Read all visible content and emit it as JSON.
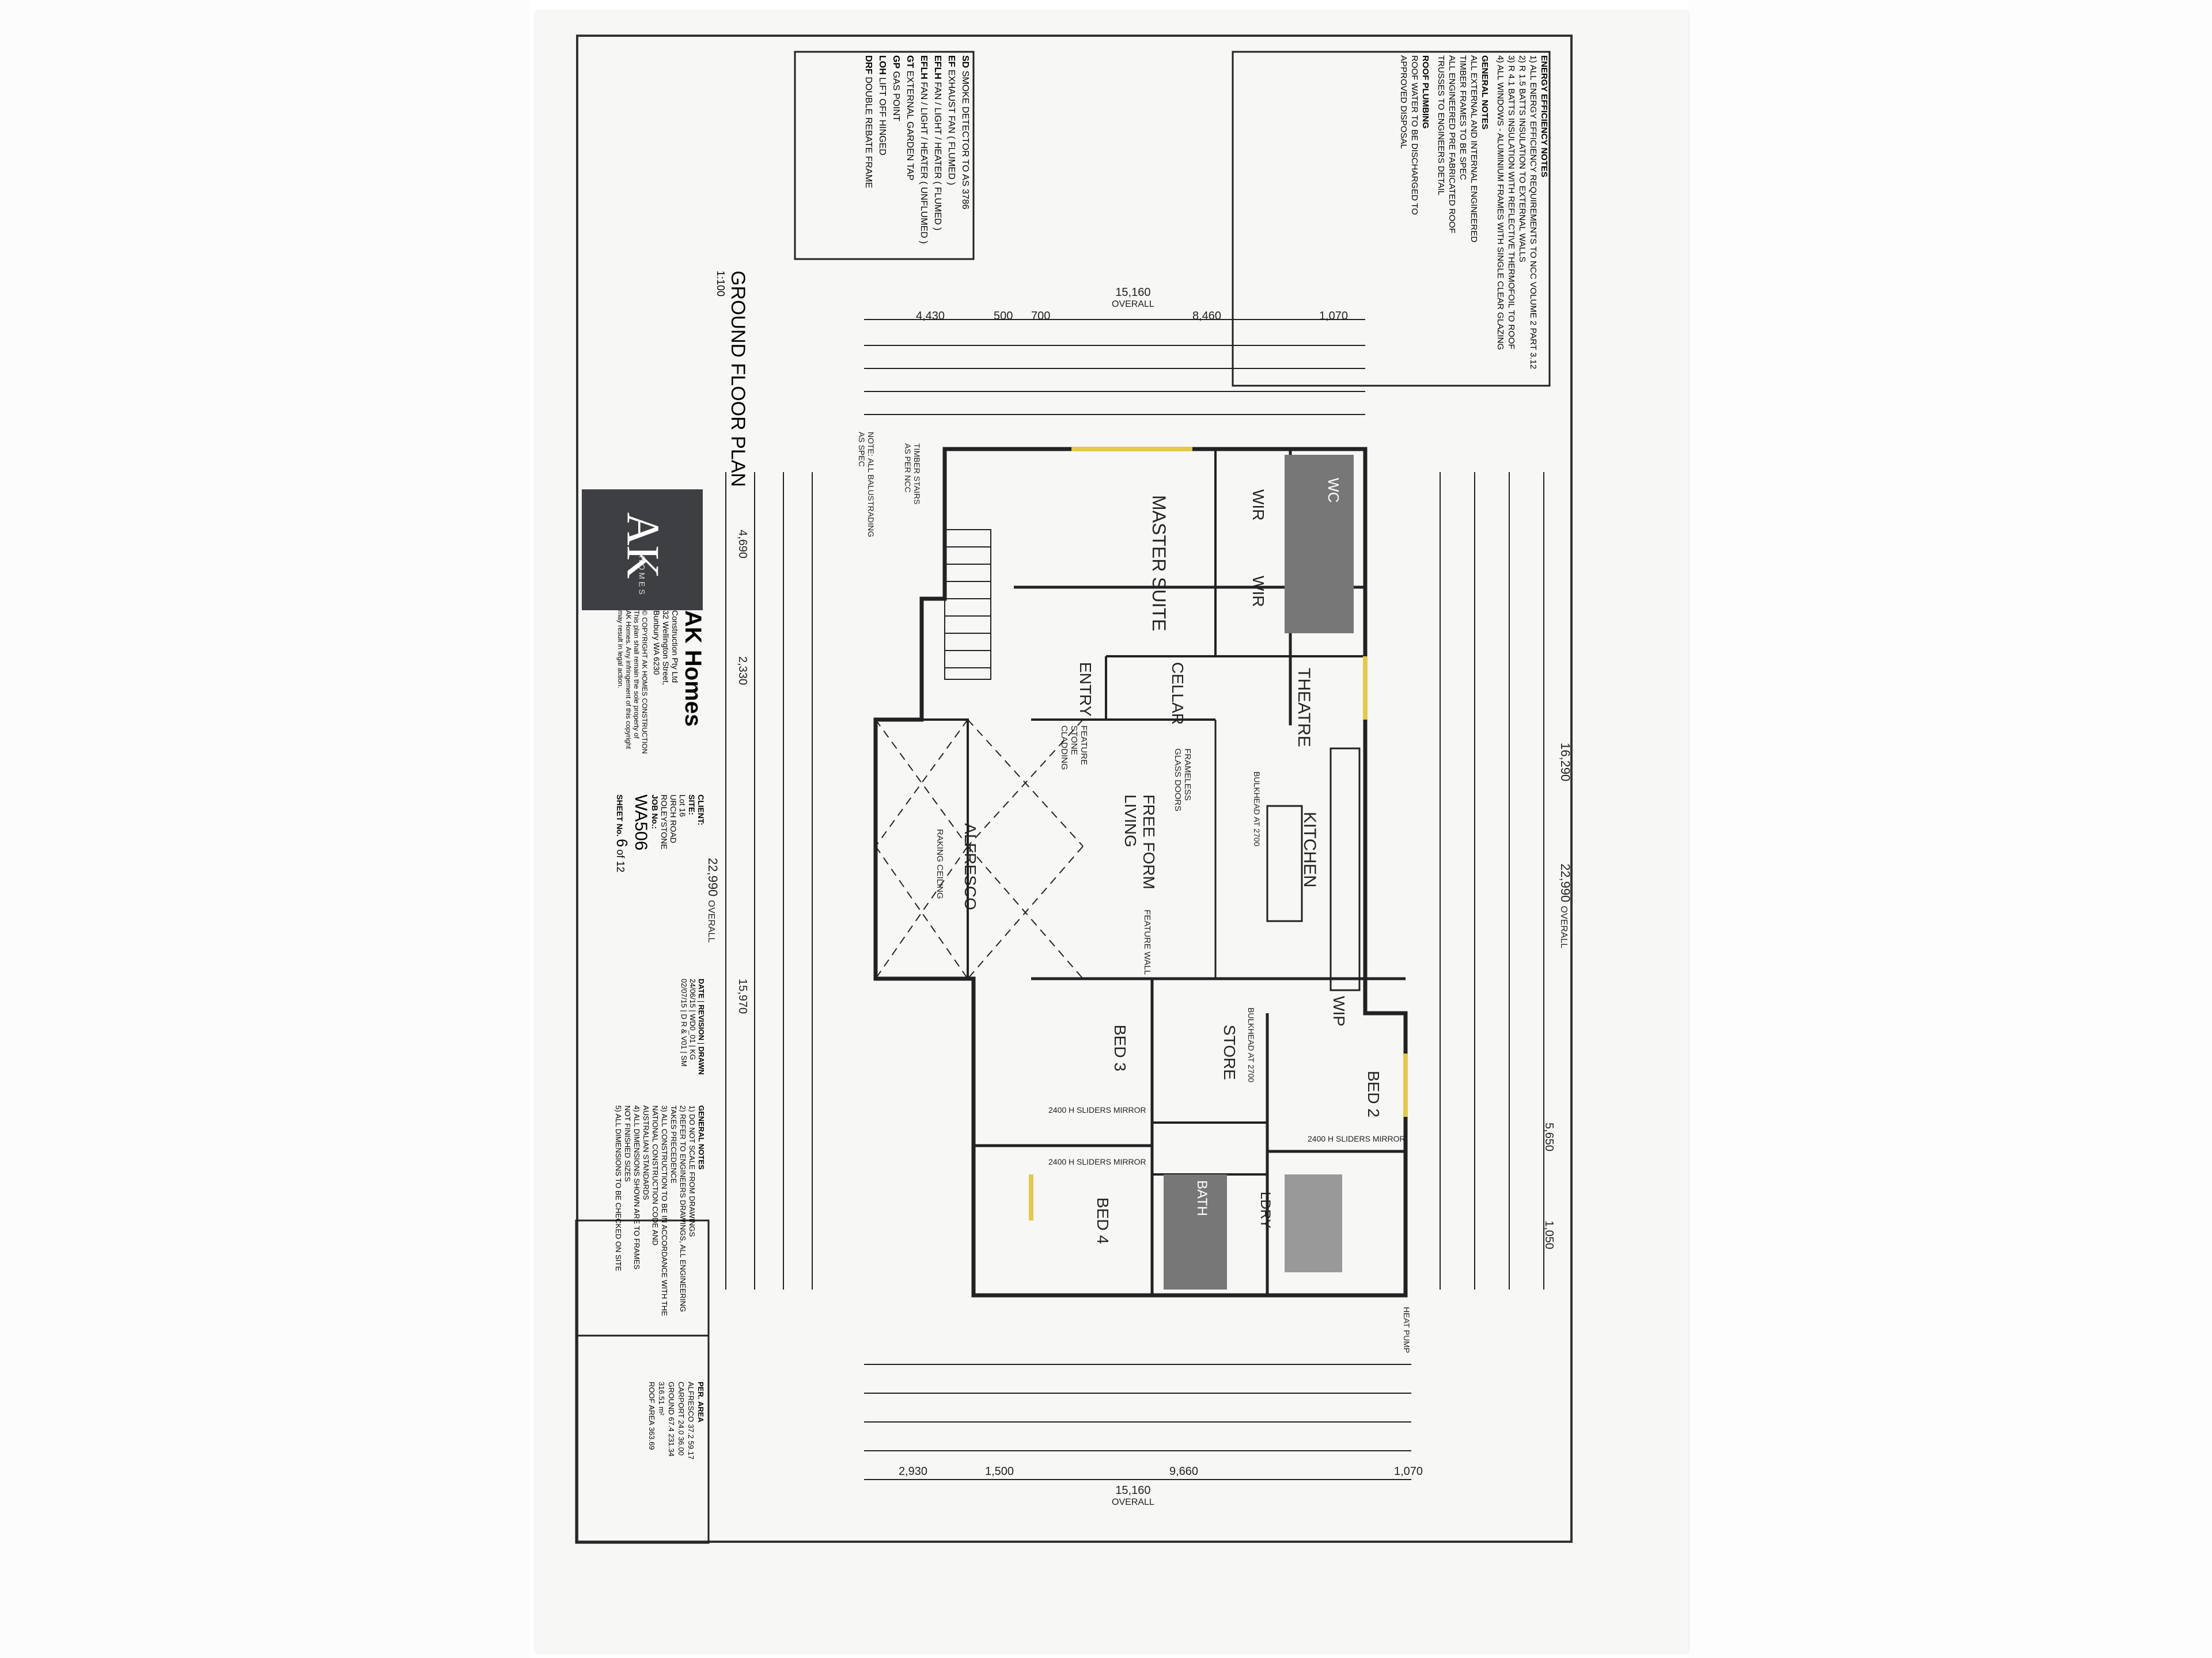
{
  "drawing": {
    "title": "GROUND FLOOR PLAN",
    "scale": "1:100",
    "rooms": [
      {
        "name": "MASTER SUITE"
      },
      {
        "name": "WIR"
      },
      {
        "name": "WIR"
      },
      {
        "name": "WC"
      },
      {
        "name": "THEATRE"
      },
      {
        "name": "CELLAR"
      },
      {
        "name": "ENTRY"
      },
      {
        "name": "KITCHEN"
      },
      {
        "name": "FREE FORM LIVING"
      },
      {
        "name": "ALFRESCO"
      },
      {
        "name": "WIP"
      },
      {
        "name": "STORE"
      },
      {
        "name": "BED 3"
      },
      {
        "name": "BED 2"
      },
      {
        "name": "BED 4"
      },
      {
        "name": "BATH"
      },
      {
        "name": "LDRY"
      }
    ],
    "notes": [
      "RAKING CEILING",
      "FEATURE STONE CLADDING",
      "FEATURE WALL",
      "FRAMELESS GLASS DOORS",
      "2400 H SLIDERS MIRROR",
      "2400 H SLIDERS MIRROR",
      "2400 H SLIDERS MIRROR",
      "HEAT PUMP",
      "BULKHEAD AT 2700",
      "BULKHEAD AT 2700",
      "TIMBER STAIRS AS PER NCC",
      "NOTE: ALL BALUSTRADING AS SPEC"
    ],
    "overall_dims": {
      "top_overall": "15,160",
      "top_overall_label": "OVERALL",
      "top_segments": [
        "4,430",
        "500",
        "700",
        "8,460",
        "1,070"
      ],
      "right_overall": "16,290",
      "right_overall_2": "22,990",
      "right_label": "OVERALL",
      "right_segments": [
        "5,650",
        "1,050"
      ],
      "left_overall": "22,990",
      "left_label": "OVERALL",
      "left_segments": [
        "4,690",
        "2,330",
        "15,970"
      ],
      "bottom_overall": "15,160",
      "bottom_label": "OVERALL",
      "bottom_segments": [
        "2,930",
        "1,500",
        "9,660",
        "1,070"
      ]
    }
  },
  "legend": {
    "items": [
      {
        "code": "SD",
        "text": "SMOKE DETECTOR TO AS 3786"
      },
      {
        "code": "EF",
        "text": "EXHAUST FAN ( FLUMED )"
      },
      {
        "code": "EFLH",
        "text": "FAN / LIGHT / HEATER ( FLUMED )"
      },
      {
        "code": "EFLH",
        "text": "FAN / LIGHT / HEATER ( UNFLUMED )"
      },
      {
        "code": "GT",
        "text": "EXTERNAL GARDEN TAP"
      },
      {
        "code": "GP",
        "text": "GAS POINT"
      },
      {
        "code": "LOH",
        "text": "LIFT OFF HINGED"
      },
      {
        "code": "DRF",
        "text": "DOUBLE REBATE FRAME"
      }
    ]
  },
  "specifications": {
    "heading": "ENERGY EFFICIENCY NOTES",
    "lines": [
      "1) ALL ENERGY EFFICIENCY REQUIREMENTS TO NCC VOLUME 2 PART 3.12",
      "2) R 1.5 BATTS INSULATION TO EXTERNAL WALLS",
      "3) R 4.1 BATTS INSULATION WITH REFLECTIVE THERMOFOIL TO ROOF",
      "4) ALL WINDOWS - ALUMINIUM FRAMES WITH SINGLE CLEAR GLAZING"
    ],
    "general_heading": "GENERAL NOTES",
    "general_lines": [
      "ALL EXTERNAL AND INTERNAL ENGINEERED",
      "TIMBER FRAMES TO BE SPEC",
      "ALL ENGINEERED PRE FABRICATED ROOF",
      "TRUSSES TO ENGINEERS DETAIL"
    ],
    "roof_heading": "ROOF PLUMBING",
    "roof_lines": [
      "ROOF WATER TO BE DISCHARGED TO",
      "APPROVED DISPOSAL"
    ]
  },
  "title_block": {
    "company": "AK Homes",
    "logo_initials": "AK",
    "logo_subtitle": "HOMES",
    "company_detail": [
      "Construction Pty Ltd",
      "32 Wellington Street,",
      "Bunbury WA 6230"
    ],
    "copyright": [
      "© COPYRIGHT AK HOMES CONSTRUCTION",
      "This plan shall remain the sole property of",
      "AK Homes. Any infringement of this copyright",
      "may result in legal action."
    ],
    "client_label": "CLIENT:",
    "site_label": "SITE:",
    "site_lines": [
      "Lot 16",
      "URCH ROAD",
      "ROLEYSTONE"
    ],
    "job_label": "JOB No.:",
    "job_no": "WA506",
    "sheet_label": "SHEET No.",
    "sheet_no": "6",
    "sheet_of": "of 12",
    "revision_headers": [
      "DATE",
      "REVISION",
      "DRAWN"
    ],
    "revisions": [
      {
        "date": "24/06/15",
        "revision": "WD0_01",
        "drawn": "KG"
      },
      {
        "date": "02/07/15",
        "revision": "D R & V01",
        "drawn": "SM"
      }
    ],
    "general_notes_heading": "GENERAL NOTES",
    "general_notes": [
      "1) DO NOT SCALE FROM DRAWINGS",
      "2) REFER TO ENGINEERS DRAWINGS, ALL ENGINEERING",
      "TAKES PRECEDENCE",
      "3) ALL CONSTRUCTION TO BE IN ACCORDANCE WITH THE",
      "NATIONAL CONSTRUCTION CODE AND",
      "AUSTRALIAN STANDARDS",
      "4) ALL DIMENSIONS SHOWN ARE TO FRAMES",
      "NOT FINISHED SIZES",
      "5) ALL DIMENSIONS TO BE CHECKED ON SITE"
    ],
    "areas_headers": [
      "",
      "PER.",
      "AREA"
    ],
    "areas": [
      {
        "name": "ALFRESCO",
        "per": "37.2",
        "area": "59.17"
      },
      {
        "name": "CARPORT",
        "per": "24.0",
        "area": "36.00"
      },
      {
        "name": "GROUND",
        "per": "67.4",
        "area": "231.34"
      },
      {
        "name": "",
        "per": "",
        "area": "316.51 m²"
      },
      {
        "name": "ROOF AREA",
        "per": "",
        "area": "363.69"
      }
    ]
  }
}
